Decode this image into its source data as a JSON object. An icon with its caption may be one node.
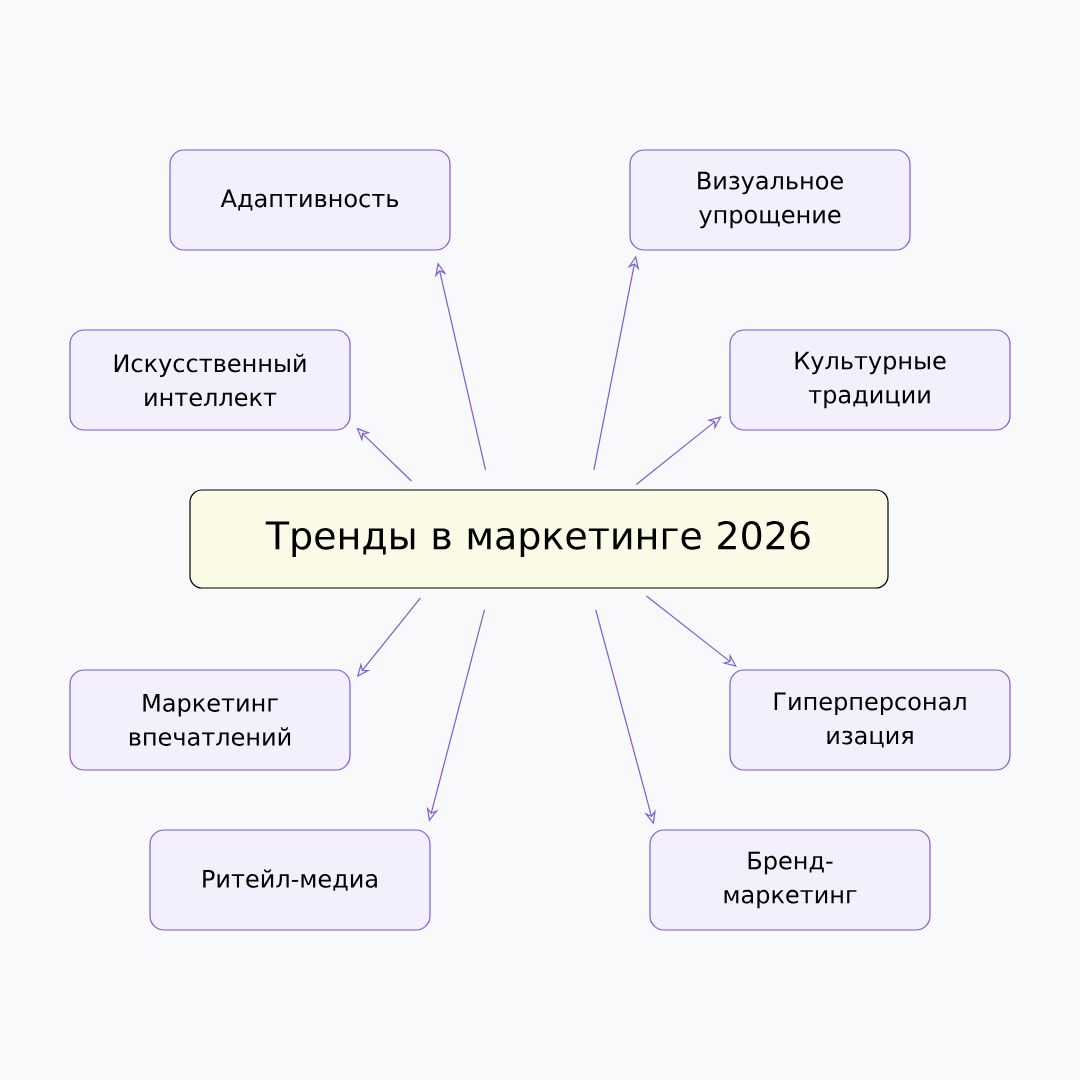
{
  "diagram": {
    "nodes": [
      {
        "text": [
          "Тренды в маркетинге 2026"
        ]
      },
      {
        "text": [
          "Адаптивность"
        ]
      },
      {
        "text": [
          "Визуальное упрощение"
        ]
      },
      {
        "text": [
          "Искусственный интеллект"
        ]
      },
      {
        "text": [
          "Культурные традиции"
        ]
      },
      {
        "text": [
          "Маркетинг впечатлений"
        ]
      },
      {
        "text": [
          "Гиперперсонал изация"
        ]
      },
      {
        "text": [
          "Ритейл-медиа"
        ]
      },
      {
        "text": [
          "Бренд- маркетинг"
        ]
      }
    ],
    "edges": [
      {
        "from": 0,
        "to": 1,
        "arrow": "to"
      },
      {
        "from": 0,
        "to": 2,
        "arrow": "to"
      },
      {
        "from": 0,
        "to": 3,
        "arrow": "to"
      },
      {
        "from": 0,
        "to": 4,
        "arrow": "to"
      },
      {
        "from": 0,
        "to": 5,
        "arrow": "to"
      },
      {
        "from": 0,
        "to": 6,
        "arrow": "to"
      },
      {
        "from": 0,
        "to": 7,
        "arrow": "to"
      },
      {
        "from": 0,
        "to": 8,
        "arrow": "to"
      }
    ]
  }
}
